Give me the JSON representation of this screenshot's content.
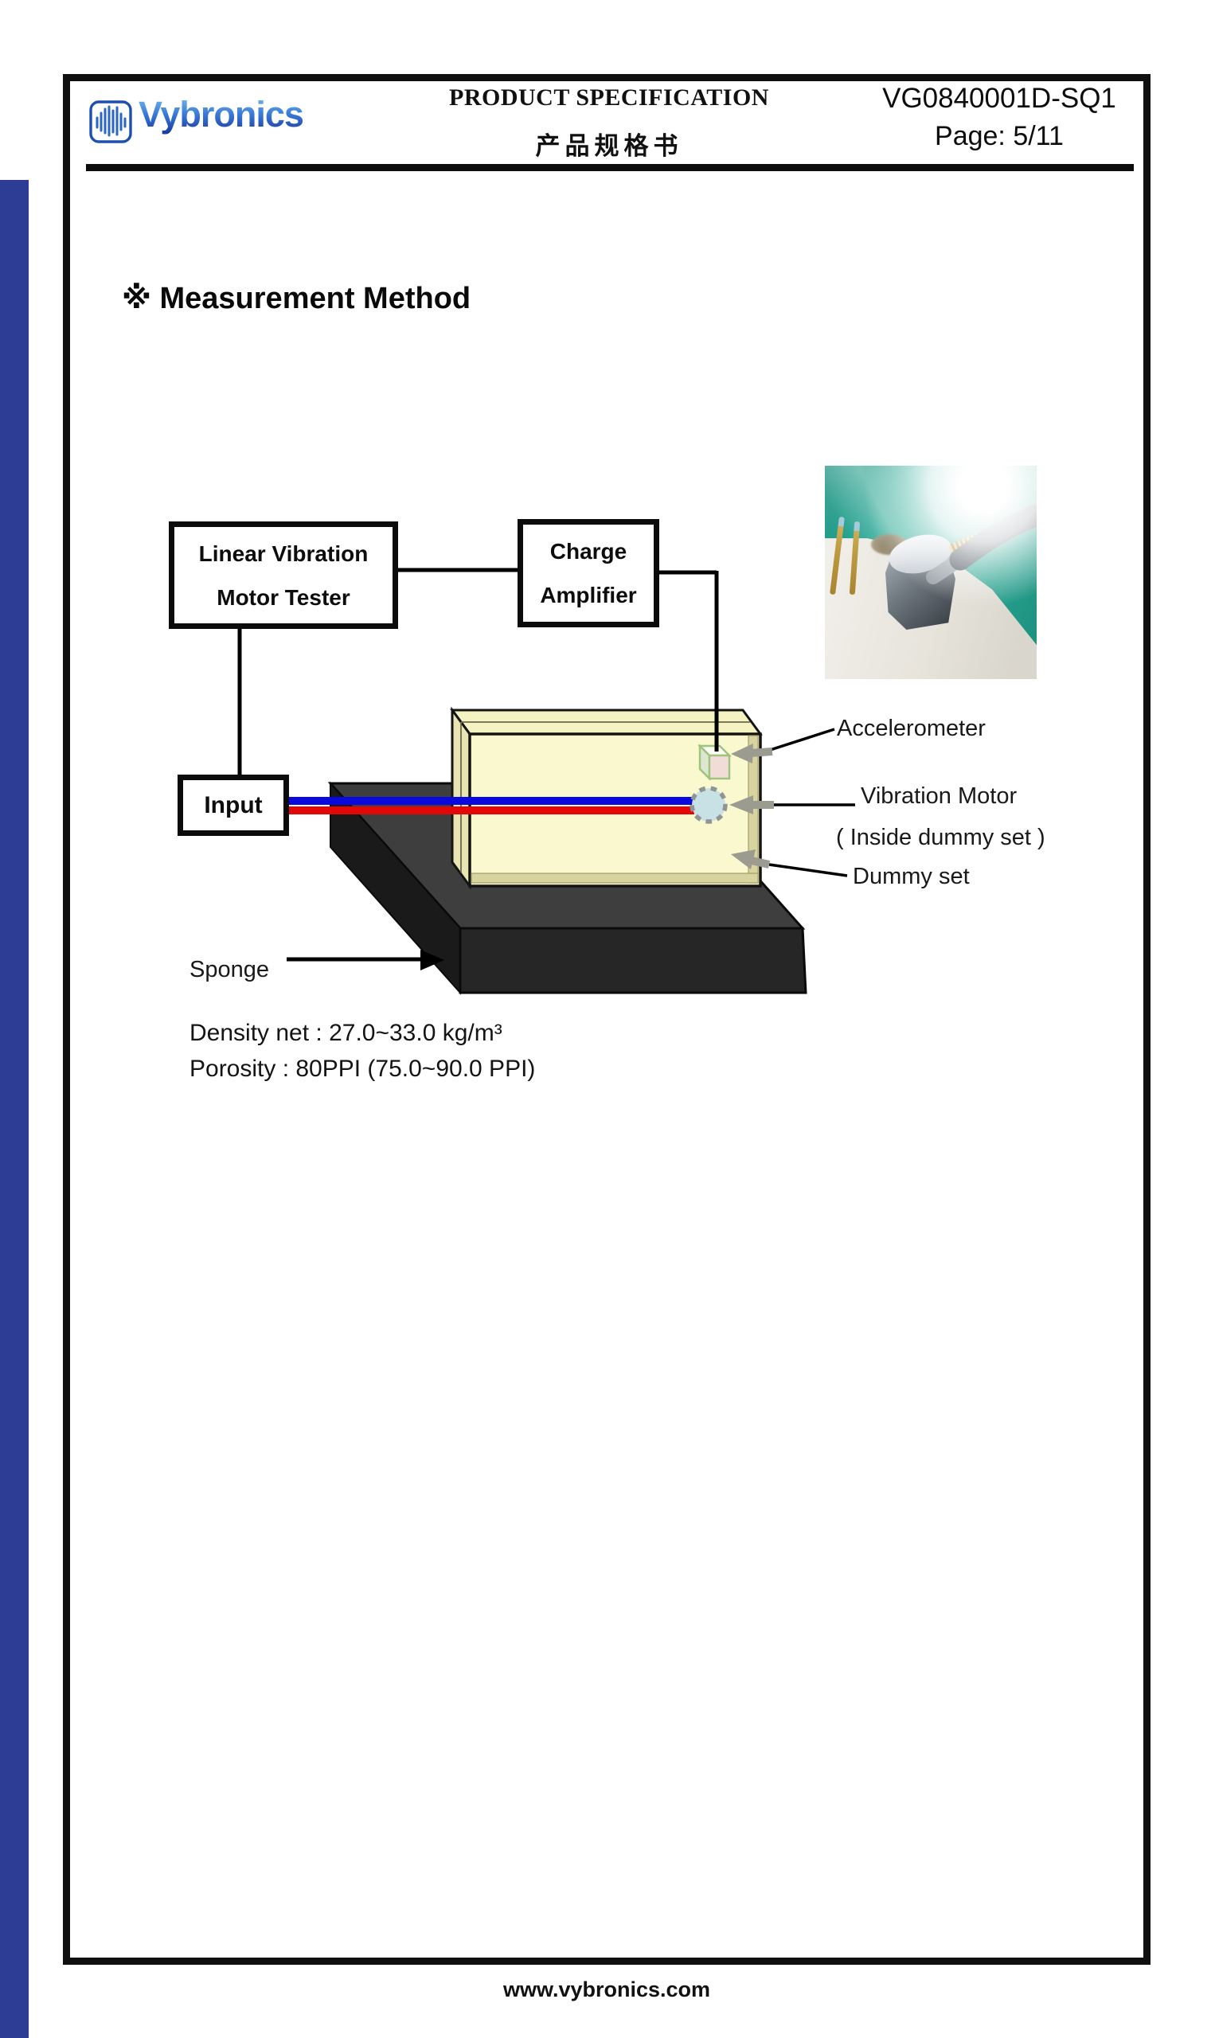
{
  "header": {
    "brand": "Vybronics",
    "logo_icon": "waveform-icon",
    "title_en": "PRODUCT SPECIFICATION",
    "title_zh": "产品规格书",
    "doc_number": "VG0840001D-SQ1",
    "page_label": "Page: 5/11"
  },
  "section": {
    "heading": "※ Measurement Method"
  },
  "diagram": {
    "boxes": {
      "tester": {
        "line1": "Linear Vibration",
        "line2": "Motor Tester"
      },
      "amplifier": {
        "line1": "Charge",
        "line2": "Amplifier"
      },
      "input": {
        "label": "Input"
      }
    },
    "labels": {
      "accelerometer": "Accelerometer",
      "vibration_motor": "Vibration Motor",
      "inside_dummy": "( Inside dummy set )",
      "dummy_set": "Dummy set",
      "sponge": "Sponge"
    },
    "notes": {
      "density": "Density net : 27.0~33.0 kg/m³",
      "porosity": "Porosity : 80PPI (75.0~90.0 PPI)"
    },
    "colors": {
      "wire_blue": "#0909dd",
      "wire_red": "#e40707",
      "dummy_set_fill": "#faf8cf",
      "dummy_set_edge": "#d7d4a0",
      "sponge_top": "#3e3e3e",
      "sponge_front": "#262626",
      "motor_fill": "#c7e1e5",
      "accelerometer_fill": "#f2dcd8",
      "accelerometer_edge": "#9cc47c",
      "arrow_gray": "#9b9b90",
      "left_stripe_blue": "#2d3c95",
      "logo_blue": "#2a62c8"
    }
  },
  "footer": {
    "website": "www.vybronics.com"
  }
}
